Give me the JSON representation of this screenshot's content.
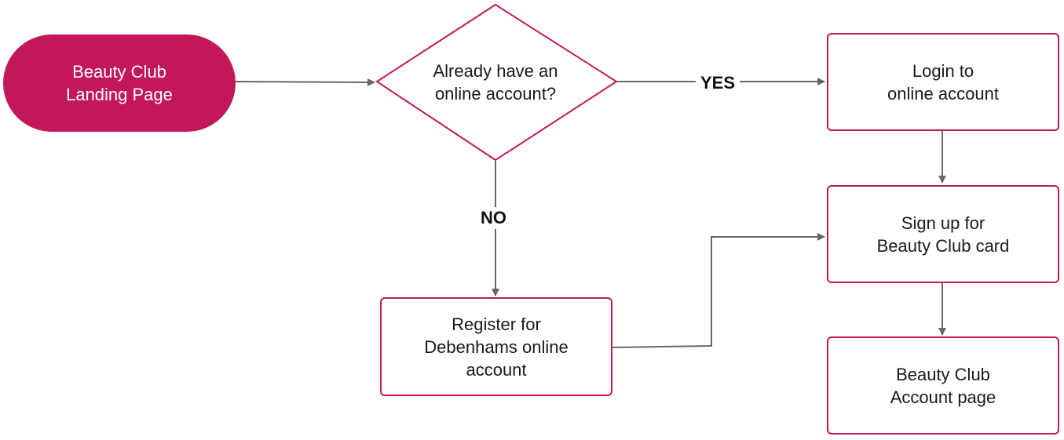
{
  "colors": {
    "accent": "#c3175c",
    "connector": "#666666",
    "text": "#1a1a1a"
  },
  "nodes": {
    "start": {
      "label": "Beauty Club\nLanding Page"
    },
    "decision": {
      "label": "Already have an\nonline account?"
    },
    "login": {
      "label": "Login to\nonline account"
    },
    "signup": {
      "label": "Sign up for\nBeauty Club card"
    },
    "register": {
      "label": "Register for\nDebenhams online\naccount"
    },
    "account_page": {
      "label": "Beauty Club\nAccount page"
    }
  },
  "edges": {
    "yes_label": "YES",
    "no_label": "NO"
  }
}
